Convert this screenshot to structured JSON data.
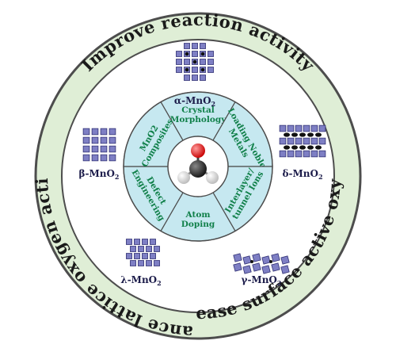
{
  "ring_phrases": {
    "top": "Improve reaction activity",
    "left": "Enhance lattice oxygen activity",
    "right": "Increase surface active oxygens"
  },
  "segments": [
    {
      "lines": [
        "Crystal",
        "Morphology"
      ]
    },
    {
      "lines": [
        "Loading Noble",
        "Metals"
      ]
    },
    {
      "lines": [
        "Interlayer/",
        "tunnel Ions"
      ]
    },
    {
      "lines": [
        "Atom",
        "Doping"
      ]
    },
    {
      "lines": [
        "Defect",
        "Engineering"
      ]
    },
    {
      "lines": [
        "MnO2",
        "Composites"
      ]
    }
  ],
  "polymorphs": [
    {
      "prefix": "α",
      "label": "-MnO"
    },
    {
      "prefix": "δ",
      "label": "-MnO"
    },
    {
      "prefix": "γ",
      "label": "-MnO"
    },
    {
      "prefix": "λ",
      "label": "-MnO"
    },
    {
      "prefix": "β",
      "label": "-MnO"
    }
  ],
  "subscript": "2",
  "colors": {
    "ring": "#dfeed6",
    "ring_stroke": "#4d4d4d",
    "segment_fill": "#c6e8f0",
    "segment_text": "#11804a",
    "center_fill": "#ffffff",
    "crystal": "#7e7fc4",
    "crystal_dark": "#2f2f72"
  },
  "center_icon": "formaldehyde-molecule-icon"
}
